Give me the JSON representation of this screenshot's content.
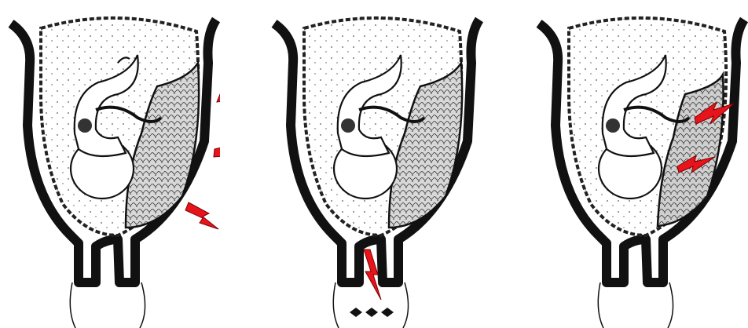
{
  "figure": {
    "panels": [
      {
        "id": "panel-1",
        "placenta_texture": "normal",
        "arrow_count": 3,
        "arrow_target": "uterine-wall"
      },
      {
        "id": "panel-2",
        "placenta_texture": "normal",
        "arrow_count": 1,
        "arrow_target": "cervix",
        "dots": 3
      },
      {
        "id": "panel-3",
        "placenta_texture": "partially-separated",
        "arrow_count": 2,
        "arrow_target": "placenta"
      }
    ],
    "colors": {
      "wall": "#111111",
      "arrow": "#e8141b",
      "arrow_outline": "#7a0000",
      "placenta_fill": "#cfcfcf",
      "background": "#ffffff"
    }
  }
}
